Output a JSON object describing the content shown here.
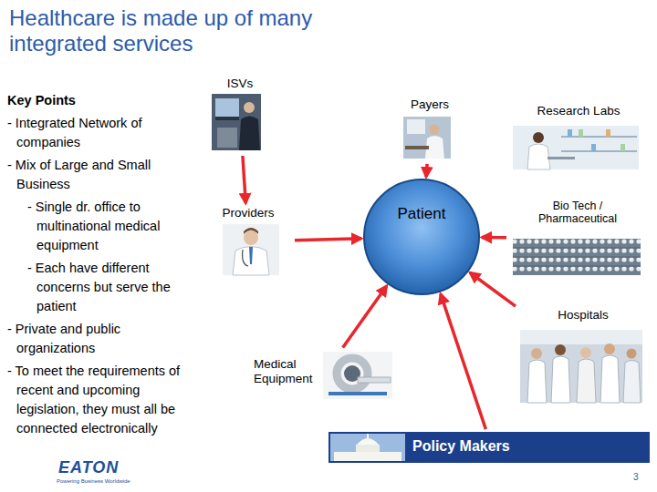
{
  "diagram": {
    "title": "Healthcare is made up of many integrated services",
    "nodes": [
      {
        "text": [
          "ISVs"
        ]
      },
      {
        "text": [
          "Payers"
        ]
      },
      {
        "text": [
          "Research Labs"
        ]
      },
      {
        "text": [
          "Providers"
        ]
      },
      {
        "text": [
          "Patient"
        ]
      },
      {
        "text": [
          "Bio Tech / Pharmaceutical"
        ]
      },
      {
        "text": [
          "Hospitals"
        ]
      },
      {
        "text": [
          "Medical Equipment"
        ]
      },
      {
        "text": [
          "Policy Makers"
        ]
      }
    ],
    "edges": [
      {
        "from": 0,
        "to": 3,
        "arrow": "to"
      },
      {
        "from": 1,
        "to": 4,
        "arrow": "to"
      },
      {
        "from": 3,
        "to": 4,
        "arrow": "to"
      },
      {
        "from": 5,
        "to": 4,
        "arrow": "to"
      },
      {
        "from": 6,
        "to": 4,
        "arrow": "to"
      },
      {
        "from": 7,
        "to": 4,
        "arrow": "to"
      },
      {
        "from": 8,
        "to": 4,
        "arrow": "to"
      }
    ],
    "labels": [
      "Key Points",
      "- Integrated Network of companies",
      "- Mix of Large and Small Business",
      "- Single dr. office to multinational medical equipment",
      "- Each have different concerns but serve the patient",
      "- Private and public organizations",
      "- To meet the requirements of recent and upcoming legislation, they must all be connected electronically",
      "EATON",
      "Powering Business Worldwide",
      "3"
    ]
  }
}
